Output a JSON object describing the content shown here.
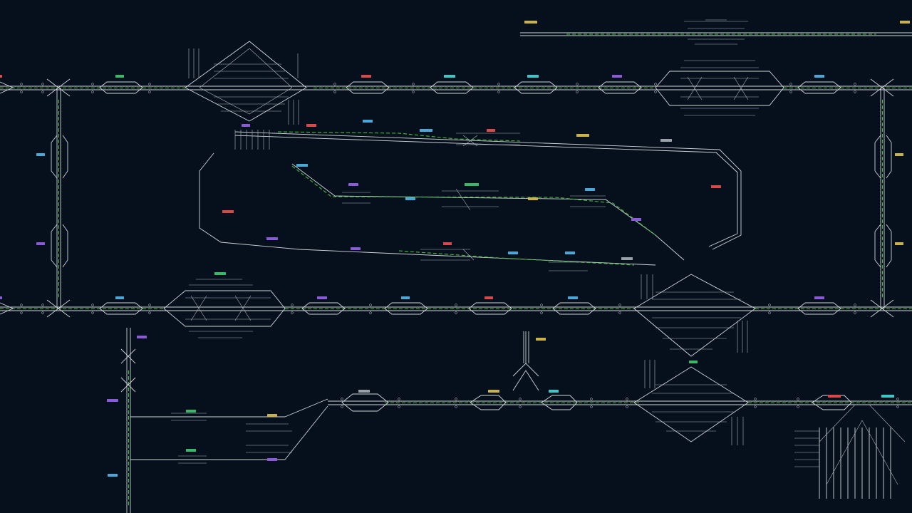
{
  "colors": {
    "background": "#05101c",
    "track": "#cfd3d8",
    "occupied_route": "#3fbf3a",
    "label_blue": "#4aa8d8",
    "label_cyan": "#3ec7c7",
    "label_red": "#d84a4a",
    "label_purple": "#8a5ad8",
    "label_yellow": "#c9b24a",
    "label_green": "#3ab86a",
    "label_grey": "#9aa0a8"
  },
  "icons": {
    "signal": "signal-icon",
    "buffer_stop": "buffer-stop-icon",
    "crossover": "crossover-icon",
    "train_marker": "train-marker-icon"
  },
  "station_labels": [
    {
      "id": "s1",
      "color": "label_yellow"
    },
    {
      "id": "s2",
      "color": "label_cyan"
    },
    {
      "id": "s3",
      "color": "label_green"
    },
    {
      "id": "s4",
      "color": "label_red"
    },
    {
      "id": "s5",
      "color": "label_cyan"
    },
    {
      "id": "s6",
      "color": "label_purple"
    },
    {
      "id": "s7",
      "color": "label_blue"
    },
    {
      "id": "s8",
      "color": "label_yellow"
    },
    {
      "id": "s9",
      "color": "label_purple"
    },
    {
      "id": "s10",
      "color": "label_red"
    },
    {
      "id": "s11",
      "color": "label_blue"
    },
    {
      "id": "s12",
      "color": "label_blue"
    },
    {
      "id": "s13",
      "color": "label_red"
    },
    {
      "id": "s14",
      "color": "label_yellow"
    },
    {
      "id": "s15",
      "color": "label_grey"
    },
    {
      "id": "s16",
      "color": "label_blue"
    },
    {
      "id": "s17",
      "color": "label_purple"
    },
    {
      "id": "s18",
      "color": "label_green"
    },
    {
      "id": "s19",
      "color": "label_blue"
    },
    {
      "id": "s20",
      "color": "label_red"
    },
    {
      "id": "s21",
      "color": "label_purple"
    },
    {
      "id": "s22",
      "color": "label_blue"
    },
    {
      "id": "s23",
      "color": "label_yellow"
    },
    {
      "id": "s24",
      "color": "label_blue"
    },
    {
      "id": "s25",
      "color": "label_red"
    },
    {
      "id": "s26",
      "color": "label_purple"
    },
    {
      "id": "s27",
      "color": "label_red"
    },
    {
      "id": "s28",
      "color": "label_purple"
    },
    {
      "id": "s29",
      "color": "label_blue"
    },
    {
      "id": "s30",
      "color": "label_blue"
    },
    {
      "id": "s31",
      "color": "label_grey"
    },
    {
      "id": "s32",
      "color": "label_yellow"
    },
    {
      "id": "s33",
      "color": "label_purple"
    },
    {
      "id": "s34",
      "color": "label_green"
    },
    {
      "id": "s35",
      "color": "label_blue"
    },
    {
      "id": "s36",
      "color": "label_purple"
    },
    {
      "id": "s37",
      "color": "label_blue"
    },
    {
      "id": "s38",
      "color": "label_red"
    },
    {
      "id": "s39",
      "color": "label_blue"
    },
    {
      "id": "s40",
      "color": "label_purple"
    },
    {
      "id": "s41",
      "color": "label_purple"
    },
    {
      "id": "s42",
      "color": "label_yellow"
    },
    {
      "id": "s43",
      "color": "label_green"
    },
    {
      "id": "s44",
      "color": "label_yellow"
    },
    {
      "id": "s45",
      "color": "label_green"
    },
    {
      "id": "s46",
      "color": "label_purple"
    },
    {
      "id": "s47",
      "color": "label_grey"
    }
  ]
}
